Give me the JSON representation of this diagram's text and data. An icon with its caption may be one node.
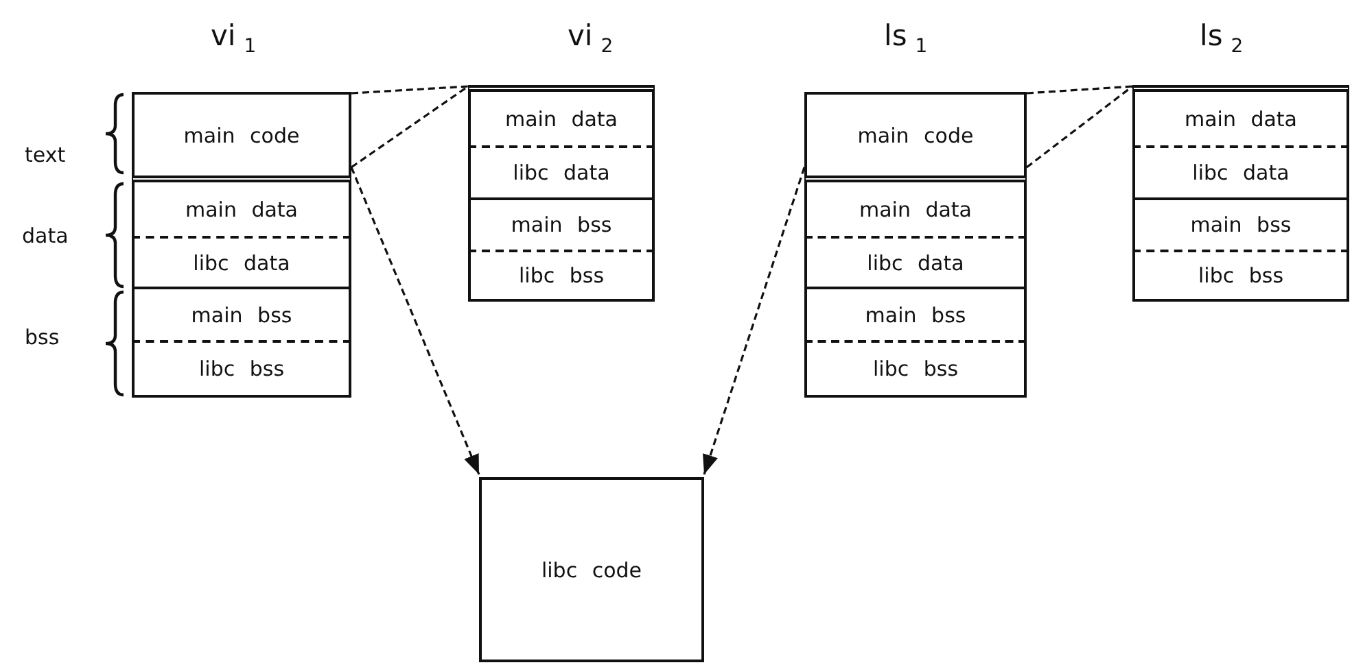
{
  "diagram": {
    "nodes": [
      {
        "text": [
          "vi$_{1}$"
        ]
      },
      {
        "text": [
          "main code"
        ],
        "in": 0
      },
      {
        "text": [
          "main data"
        ],
        "in": 0
      },
      {
        "text": [
          "libc data"
        ],
        "in": 0
      },
      {
        "text": [
          "main bss"
        ],
        "in": 0
      },
      {
        "text": [
          "libc bss"
        ],
        "in": 0
      },
      {
        "text": [
          "vi$_{2}$"
        ]
      },
      {
        "text": [
          "main data"
        ],
        "in": 6
      },
      {
        "text": [
          "libc data"
        ],
        "in": 6
      },
      {
        "text": [
          "main bss"
        ],
        "in": 6
      },
      {
        "text": [
          "libc bss"
        ],
        "in": 6
      },
      {
        "text": [
          "ls$_{1}$"
        ]
      },
      {
        "text": [
          "main code"
        ],
        "in": 11
      },
      {
        "text": [
          "main data"
        ],
        "in": 11
      },
      {
        "text": [
          "libc data"
        ],
        "in": 11
      },
      {
        "text": [
          "main bss"
        ],
        "in": 11
      },
      {
        "text": [
          "libc bss"
        ],
        "in": 11
      },
      {
        "text": [
          "ls$_{2}$"
        ]
      },
      {
        "text": [
          "main data"
        ],
        "in": 17
      },
      {
        "text": [
          "libc data"
        ],
        "in": 17
      },
      {
        "text": [
          "main bss"
        ],
        "in": 17
      },
      {
        "text": [
          "libc bss"
        ],
        "in": 17
      },
      {
        "text": [
          "libc code"
        ]
      }
    ],
    "edges": [
      {
        "from": 1,
        "to": 6,
        "arrow": "none",
        "style": "dashed"
      },
      {
        "from": 1,
        "to": 6,
        "arrow": "none",
        "style": "dashed"
      },
      {
        "from": 1,
        "to": 22,
        "arrow": "to",
        "style": "dashed"
      },
      {
        "from": 12,
        "to": 17,
        "arrow": "none",
        "style": "dashed"
      },
      {
        "from": 12,
        "to": 17,
        "arrow": "none",
        "style": "dashed"
      },
      {
        "from": 12,
        "to": 22,
        "arrow": "to",
        "style": "dashed"
      }
    ],
    "labels": [
      "text",
      "data",
      "bss"
    ]
  }
}
